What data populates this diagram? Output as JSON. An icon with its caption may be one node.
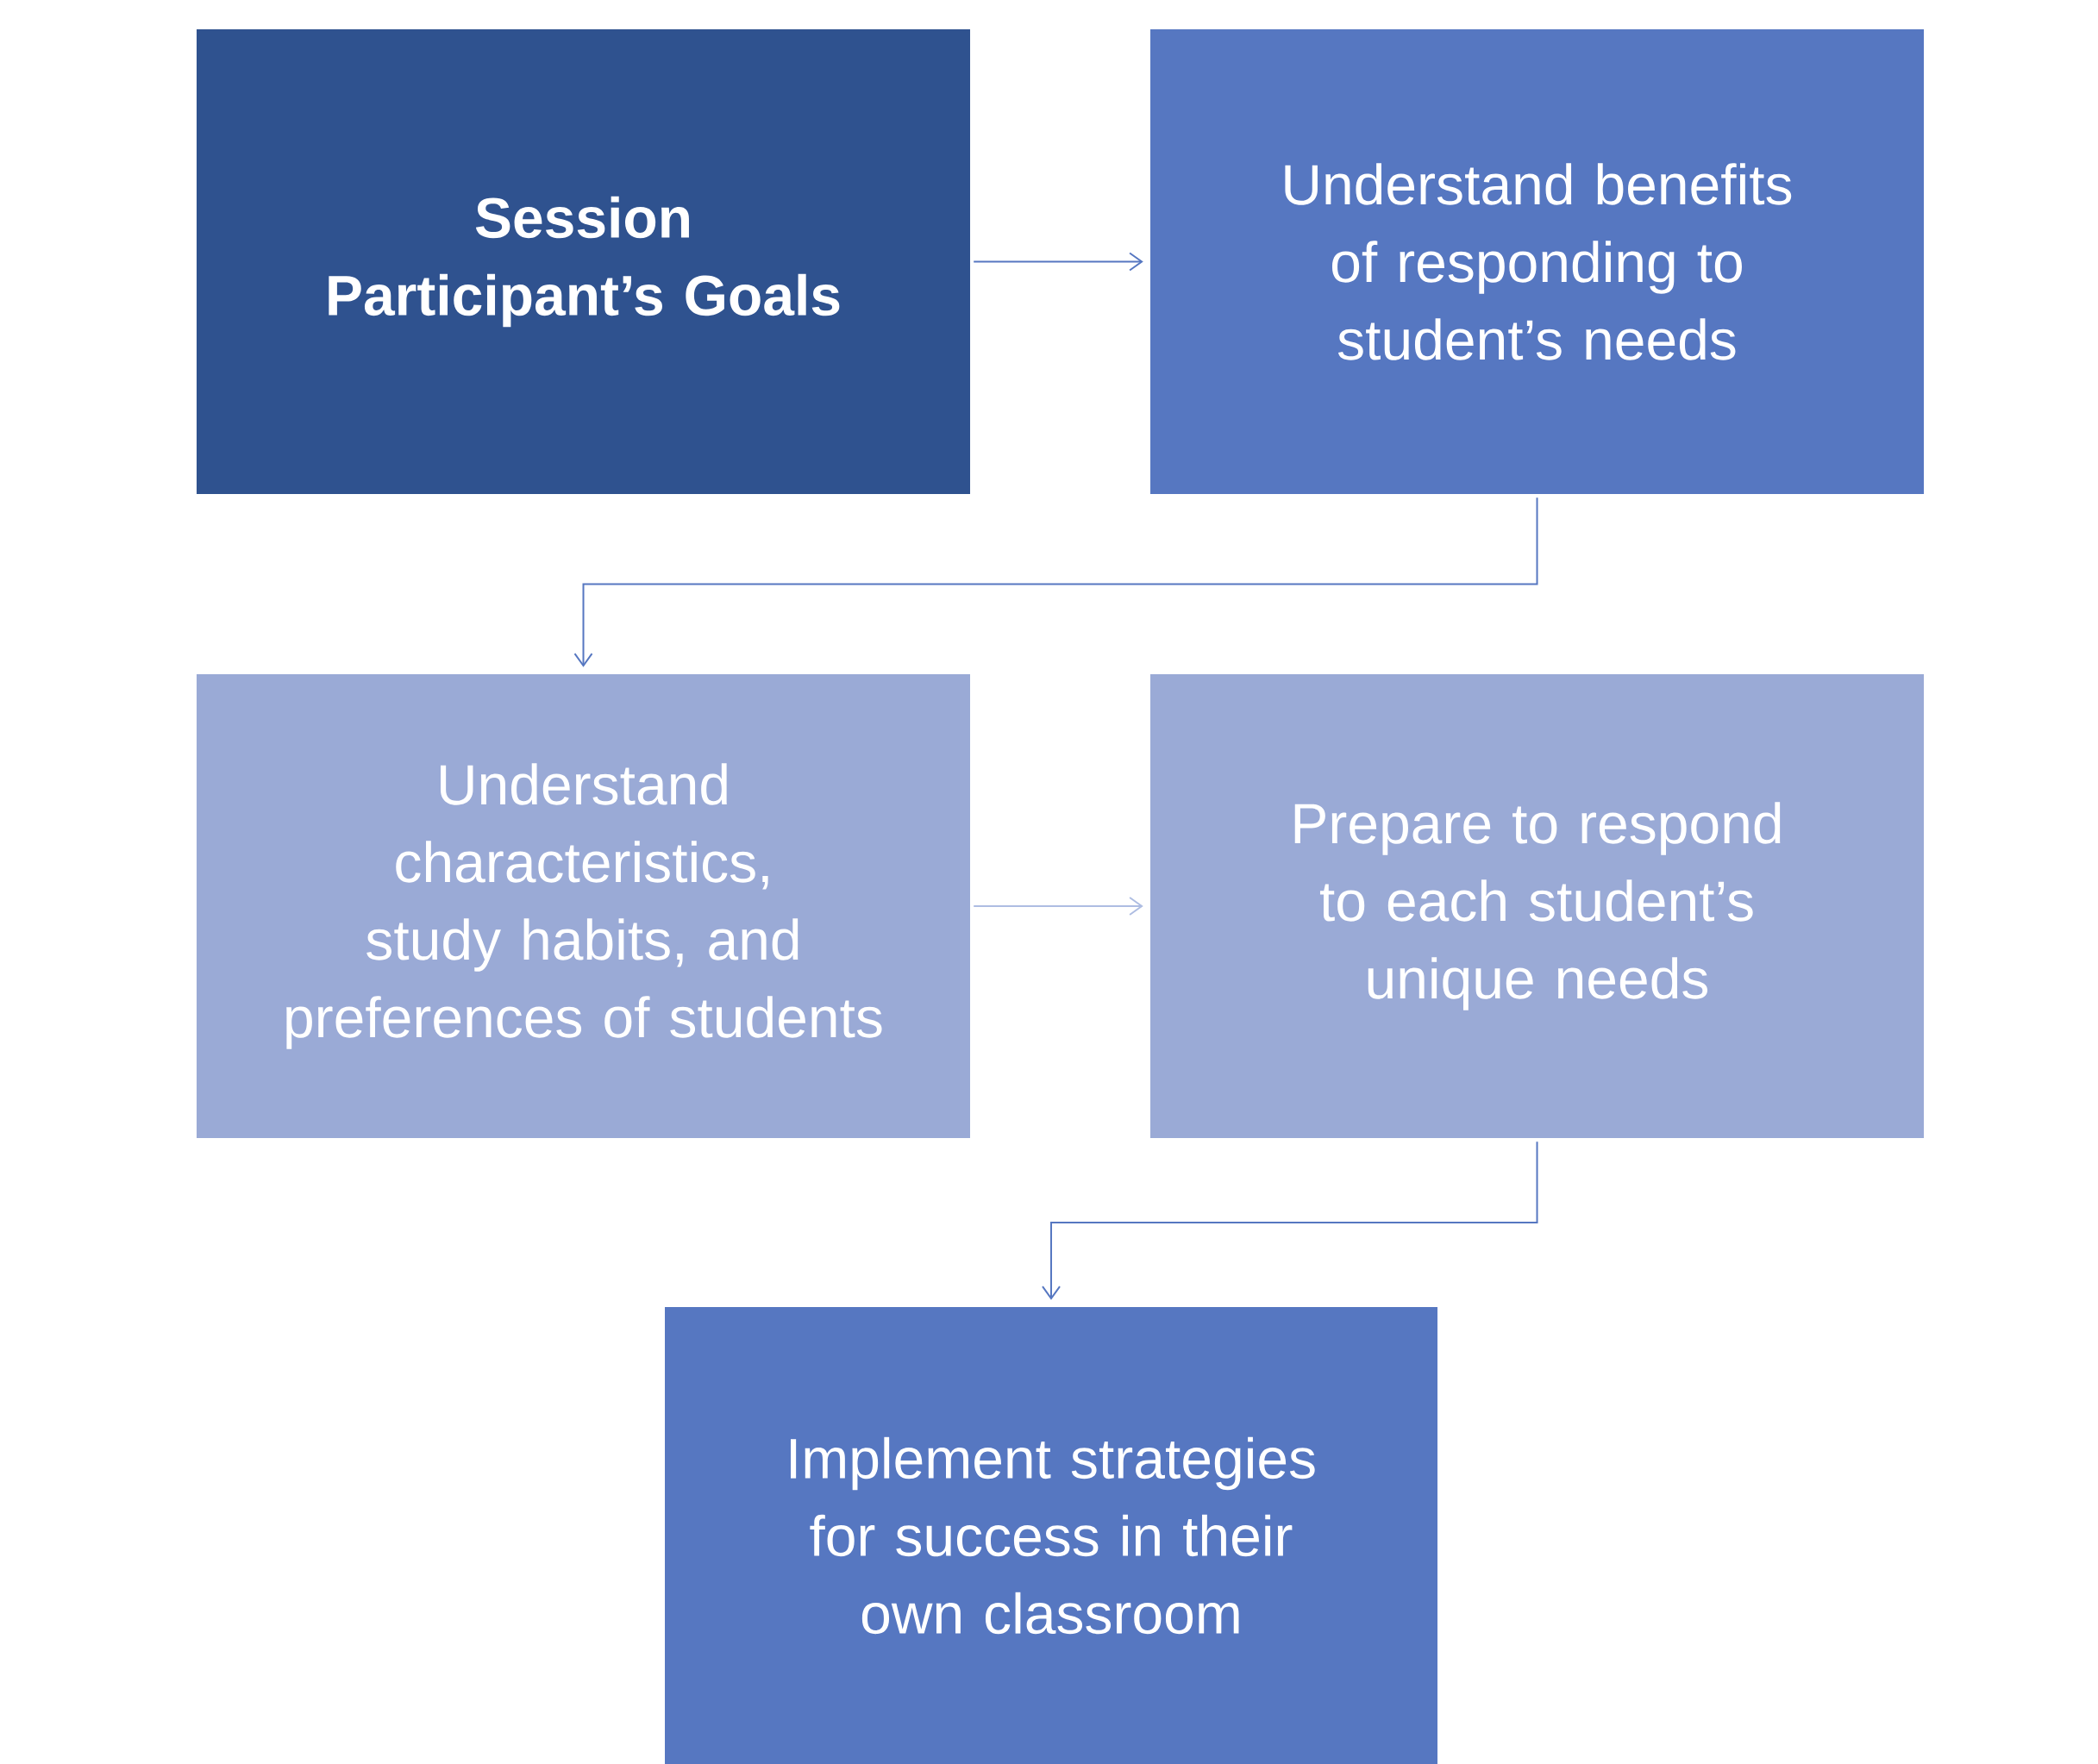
{
  "diagram": {
    "nodes": [
      {
        "text": [
          "Session Participant’s Goals"
        ]
      },
      {
        "text": [
          "Understand benefits of responding to student’s needs"
        ]
      },
      {
        "text": [
          "Understand characteristics, study habits, and preferences of students"
        ]
      },
      {
        "text": [
          "Prepare to respond to each student’s unique needs"
        ]
      },
      {
        "text": [
          "Implement strategies for success in their own classroom"
        ]
      }
    ],
    "edges": [
      {
        "from": 0,
        "to": 1,
        "arrow": "to"
      },
      {
        "from": 1,
        "to": 2,
        "arrow": "to"
      },
      {
        "from": 2,
        "to": 3,
        "arrow": "to",
        "color": "#aebde2"
      },
      {
        "from": 3,
        "to": 4,
        "arrow": "to"
      }
    ]
  }
}
